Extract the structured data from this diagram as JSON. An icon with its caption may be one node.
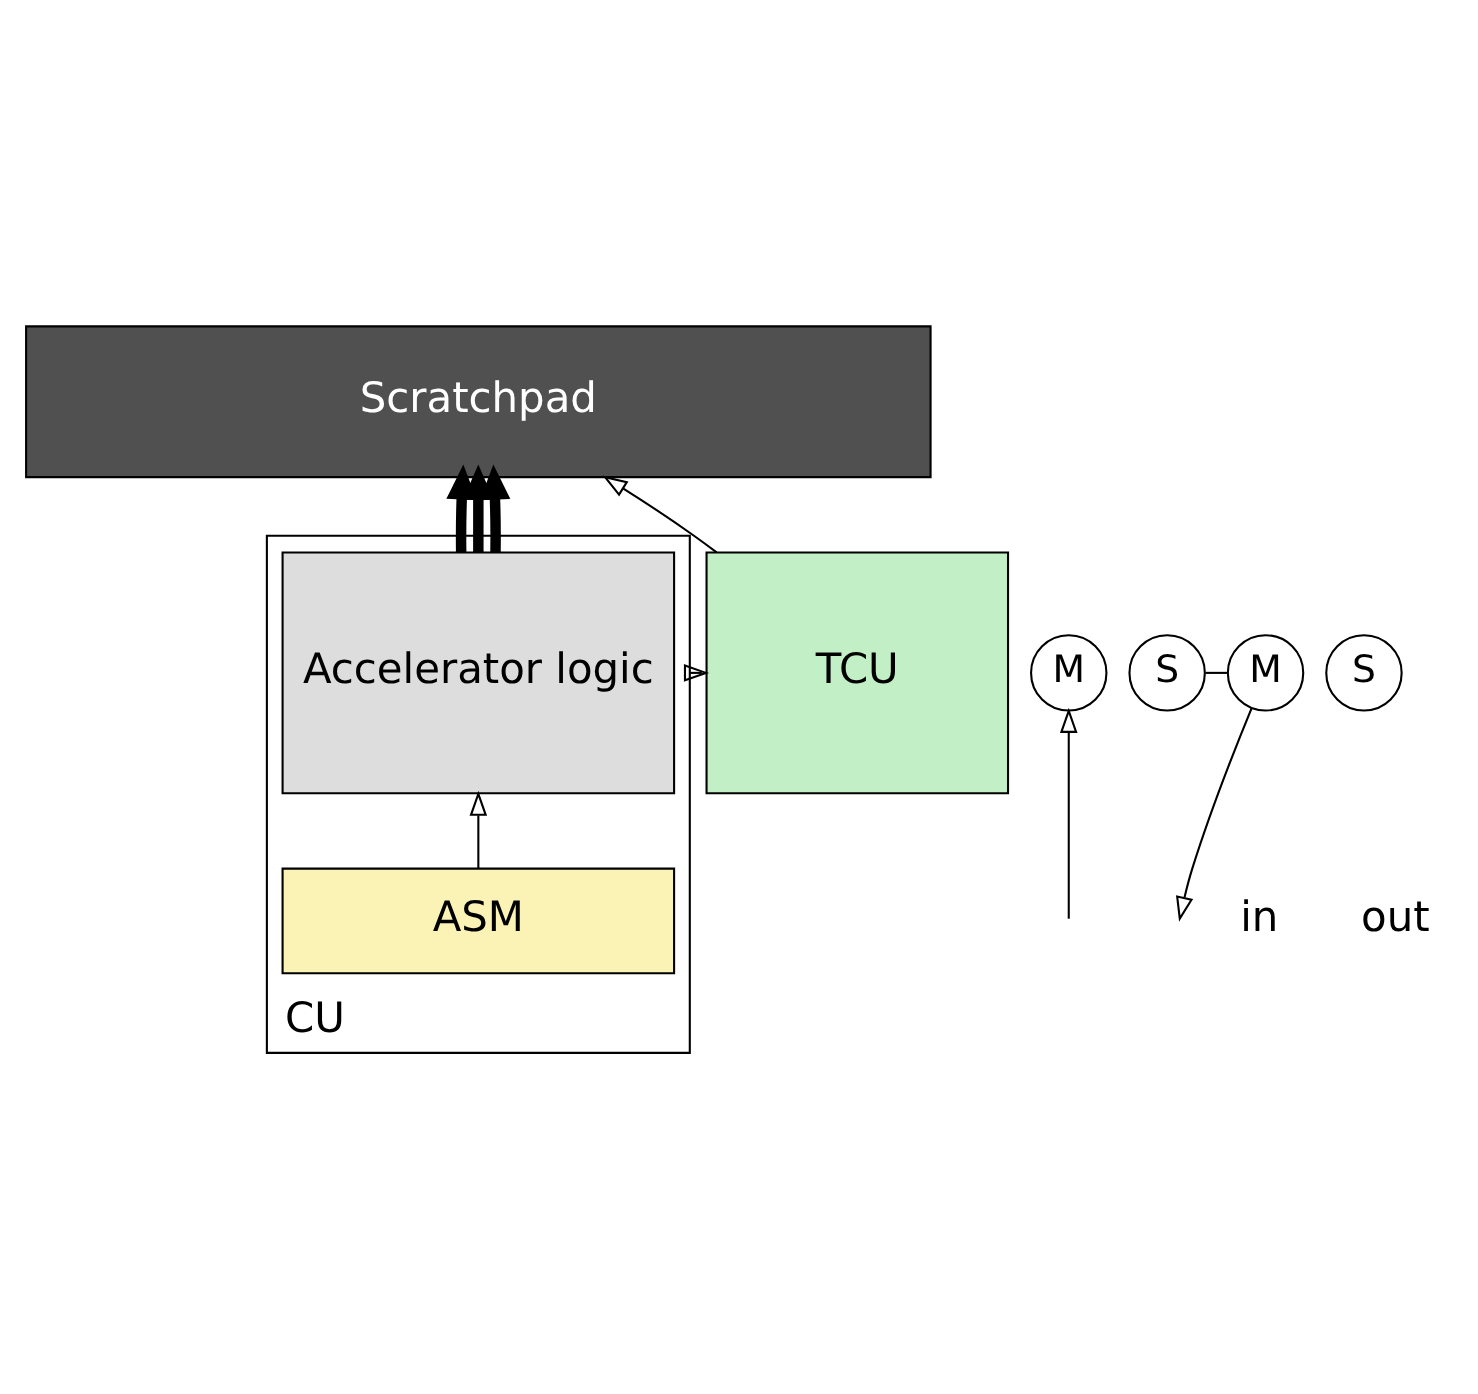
{
  "diagram": {
    "nodes": [
      {
        "text": [
          "Scratchpad"
        ]
      },
      {
        "text": [
          "CU"
        ]
      },
      {
        "text": [
          "Accelerator logic"
        ],
        "in": 1
      },
      {
        "text": [
          "ASM"
        ],
        "in": 1
      },
      {
        "text": [
          "TCU"
        ]
      },
      {
        "text": [
          "M"
        ]
      },
      {
        "text": [
          "S"
        ]
      },
      {
        "text": [
          "M"
        ]
      },
      {
        "text": [
          "S"
        ]
      }
    ],
    "edges": [
      {
        "from": 2,
        "to": 0,
        "arrow": "to",
        "style": "thick"
      },
      {
        "from": 2,
        "to": 0,
        "arrow": "to",
        "style": "thick"
      },
      {
        "from": 2,
        "to": 0,
        "arrow": "to",
        "style": "thick"
      },
      {
        "from": 3,
        "to": 2,
        "arrow": "to"
      },
      {
        "from": 1,
        "to": 4,
        "arrow": "to"
      },
      {
        "from": 4,
        "to": 0,
        "arrow": "to"
      },
      {
        "from": 6,
        "to": 7,
        "arrow": "none"
      },
      {
        "from": null,
        "to": 5,
        "arrow": "to"
      },
      {
        "from": 7,
        "to": null,
        "arrow": "to"
      }
    ],
    "labels": [
      "in",
      "out"
    ]
  }
}
